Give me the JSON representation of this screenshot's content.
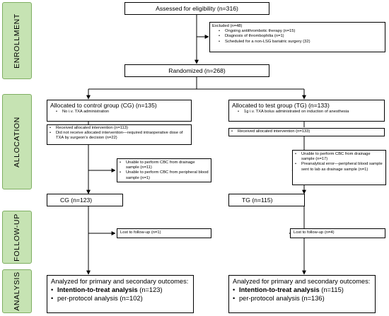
{
  "stages": [
    "ENROLLMENT",
    "ALLOCATION",
    "FOLLOW-UP",
    "ANALYSIS"
  ],
  "assessed": "Assessed for eligibility (n=316)",
  "excluded": {
    "title": "Excluded (n=48)",
    "items": [
      "Ongoing antithrombotic therapy (n=15)",
      "Diagnosis of thrombophilia (n=1)",
      "Scheduled for a non-LSG bariatric surgery (32)"
    ]
  },
  "randomized": "Randomized (n=268)",
  "control": {
    "allocated_title": "Allocated to control group (CG) (n=135)",
    "allocated_items": [
      "No i.v. TXA administration"
    ],
    "received": [
      "Received allocated intervention (n=113)",
      "Did not receive allocated intervention—required intraoperative dose of TXA by surgeon’s decision (n=22)"
    ],
    "excluded_items": [
      "Unable to perform CBC from drainage sample (n=11)",
      "Unable to perform CBC from peripheral blood sample (n=1)"
    ],
    "group": "CG (n=123)",
    "lost": "Lost to follow-up (n=1)",
    "analysis_title": "Analyzed for primary and secondary outcomes:",
    "itt_label": "Intention-to-treat analysis",
    "itt_n": " (n=123)",
    "pp": "per-protocol analysis (n=102)"
  },
  "test": {
    "allocated_title": "Allocated to test group (TG) (n=133)",
    "allocated_items": [
      "1g i.v. TXA bolus administrated on induction of anesthesia"
    ],
    "received": [
      "Received allocated intervention (n=133)"
    ],
    "excluded_items": [
      "Unable to perform CBC from drainage sample (n=17)",
      "Preanalytical error—peripheral blood sample sent to lab as drainage sample (n=1)"
    ],
    "group": "TG (n=115)",
    "lost": "Lost to follow-up (n=4)",
    "analysis_title": "Analyzed for primary and secondary outcomes:",
    "itt_label": "Intention-to-treat analysis",
    "itt_n": " (n=115)",
    "pp": "per-protocol analysis (n=136)"
  },
  "colors": {
    "stage_fill": "#c6e3b3",
    "stage_border": "#7fae62",
    "line": "#000000"
  }
}
